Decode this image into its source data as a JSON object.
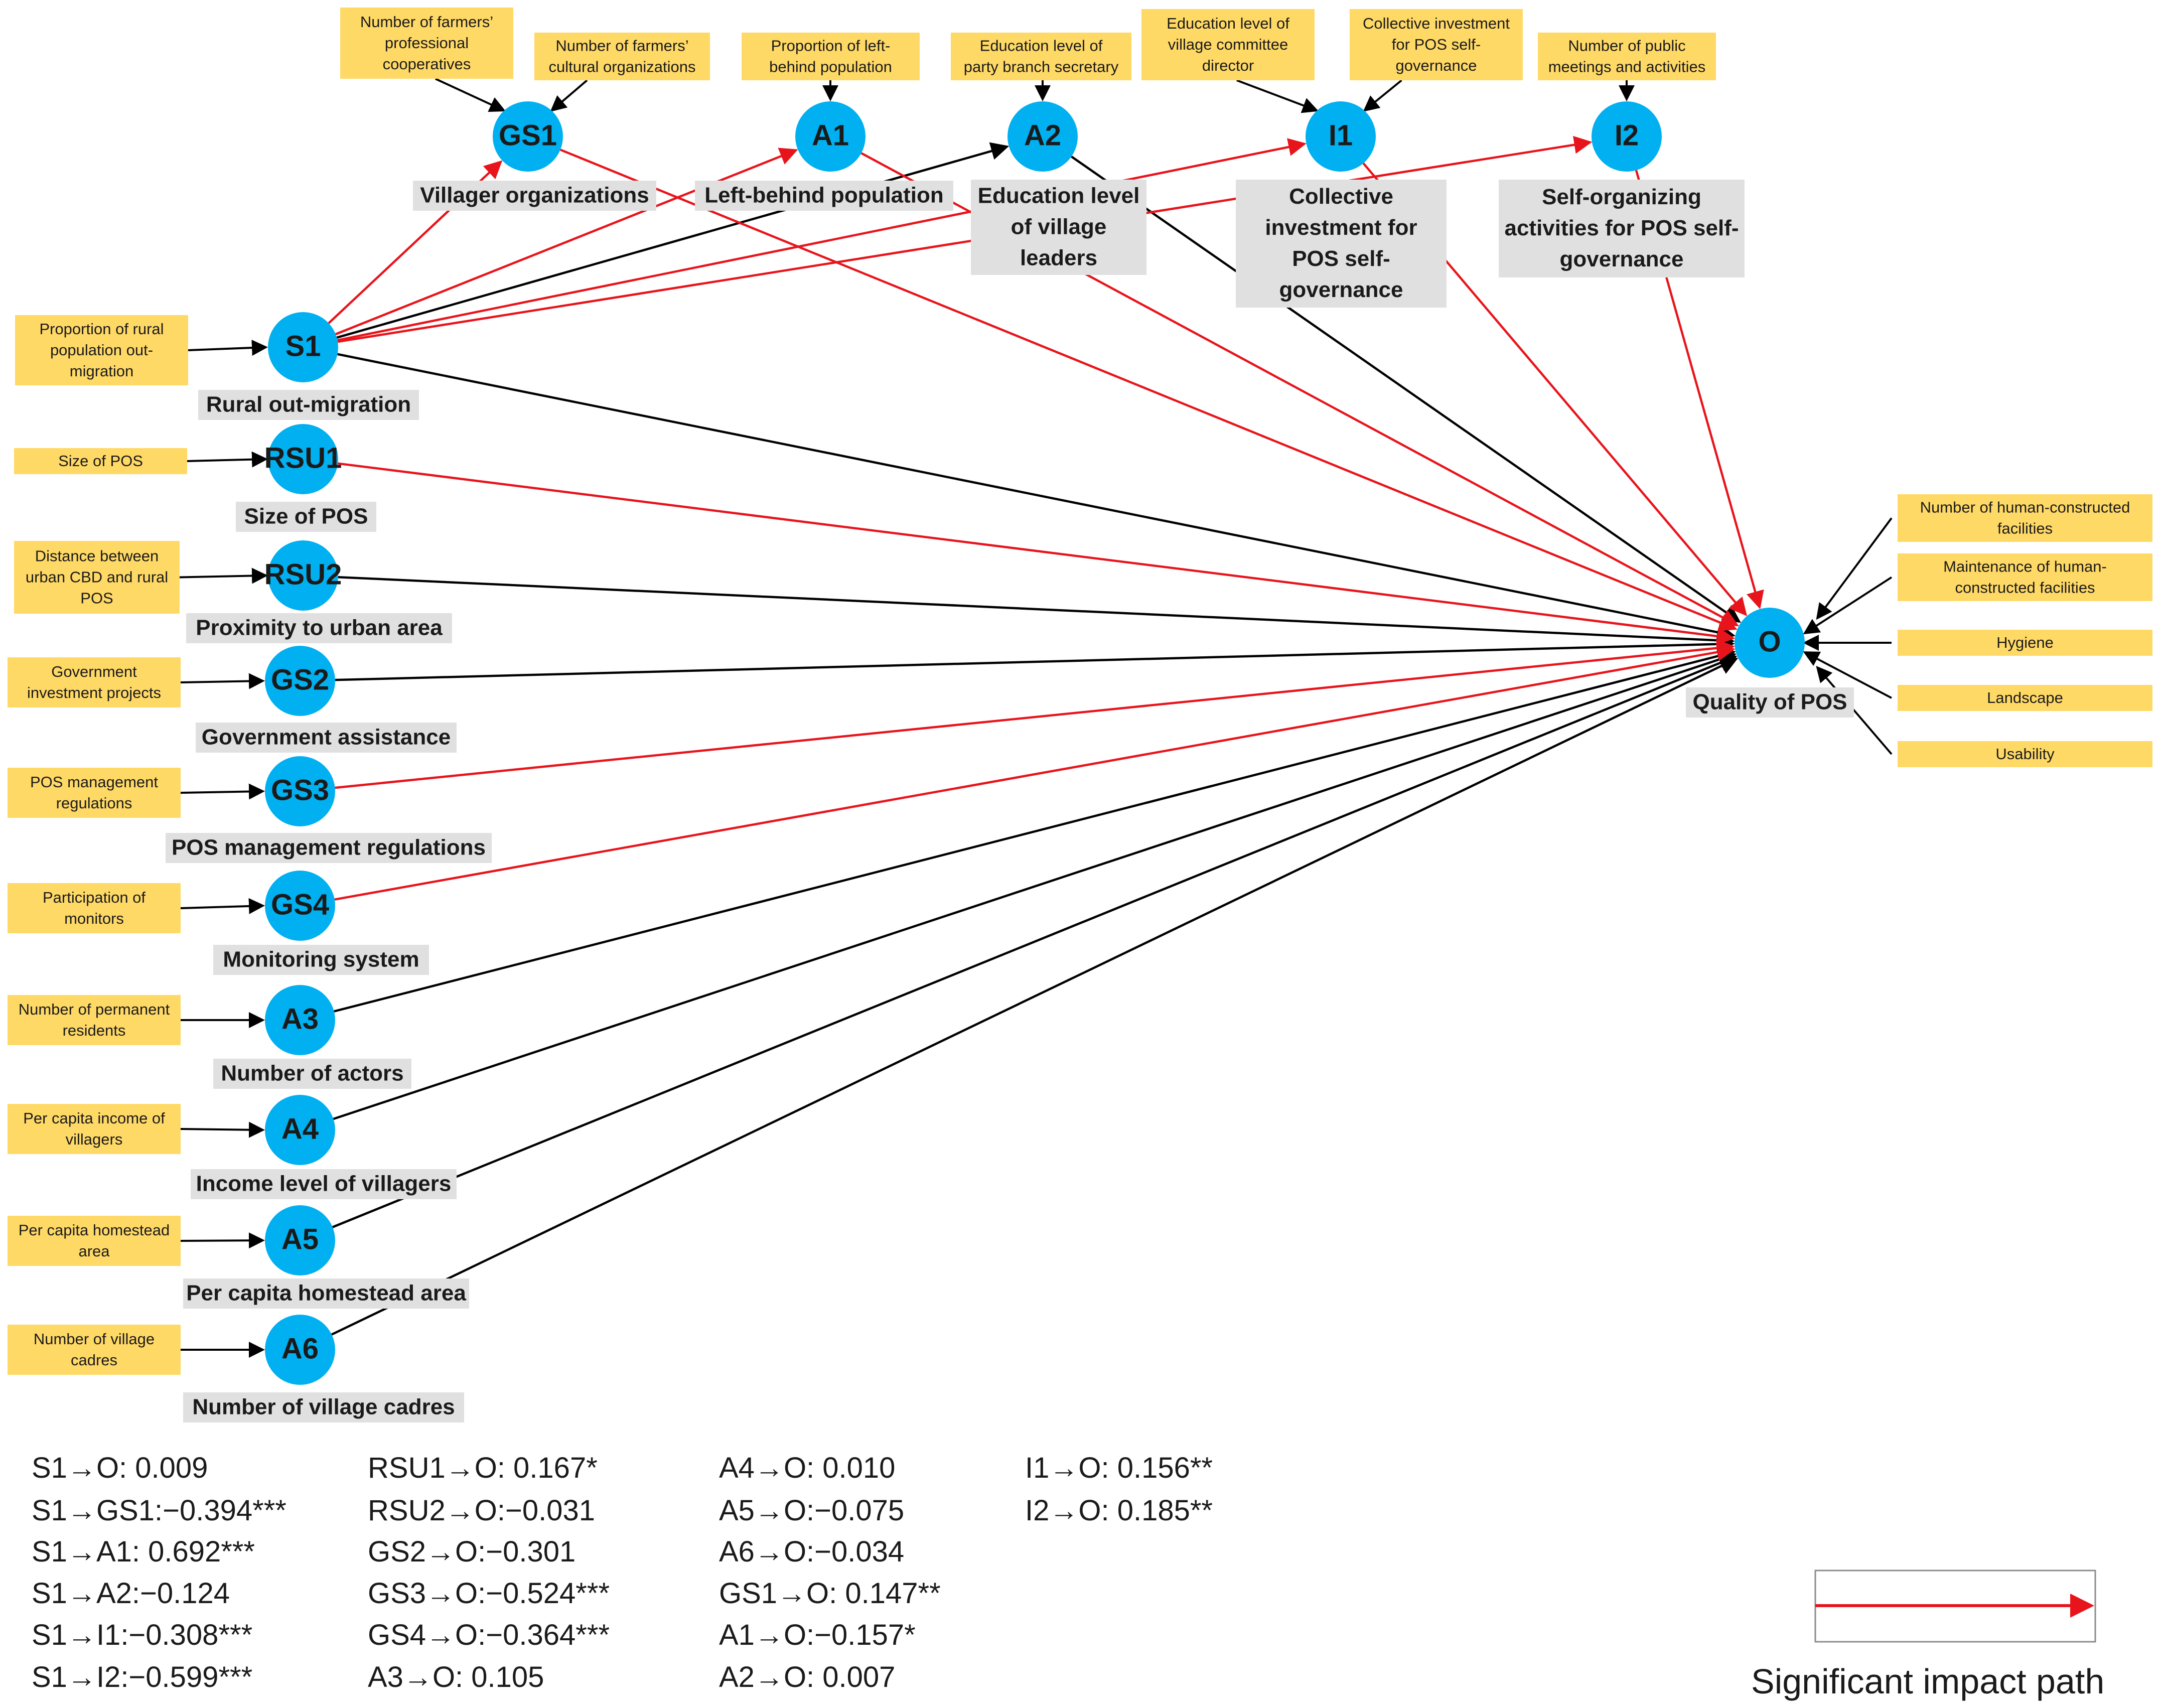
{
  "colors": {
    "node": "#00B0F0",
    "indicator_box": "#FFD966",
    "label_box": "#E0E0E0",
    "significant_path": "#E8141B",
    "path": "#000000"
  },
  "nodes": {
    "S1": {
      "id": "S1",
      "label": "Rural out-migration",
      "indicators": [
        "Proportion of rural population out-migration"
      ]
    },
    "RSU1": {
      "id": "RSU1",
      "label": "Size of POS",
      "indicators": [
        "Size of POS"
      ]
    },
    "RSU2": {
      "id": "RSU2",
      "label": "Proximity to urban area",
      "indicators": [
        "Distance between urban CBD and rural POS"
      ]
    },
    "GS2": {
      "id": "GS2",
      "label": "Government assistance",
      "indicators": [
        "Government investment projects"
      ]
    },
    "GS3": {
      "id": "GS3",
      "label": "POS management regulations",
      "indicators": [
        "POS management regulations"
      ]
    },
    "GS4": {
      "id": "GS4",
      "label": "Monitoring system",
      "indicators": [
        "Participation of monitors"
      ]
    },
    "A3": {
      "id": "A3",
      "label": "Number of actors",
      "indicators": [
        "Number of permanent residents"
      ]
    },
    "A4": {
      "id": "A4",
      "label": "Income level of villagers",
      "indicators": [
        "Per capita income of villagers"
      ]
    },
    "A5": {
      "id": "A5",
      "label": "Per capita homestead area",
      "indicators": [
        "Per capita homestead area"
      ]
    },
    "A6": {
      "id": "A6",
      "label": "Number of village cadres",
      "indicators": [
        "Number of village cadres"
      ]
    },
    "GS1": {
      "id": "GS1",
      "label": "Villager organizations",
      "indicators": [
        "Number of farmers’ professional cooperatives",
        "Number of farmers’ cultural organizations"
      ]
    },
    "A1": {
      "id": "A1",
      "label": "Left-behind population",
      "indicators": [
        "Proportion of left-behind population"
      ]
    },
    "A2": {
      "id": "A2",
      "label": "Education level of village leaders",
      "indicators": [
        "Education level of party branch secretary"
      ]
    },
    "I1": {
      "id": "I1",
      "label": "Collective investment for POS self-governance",
      "indicators": [
        "Education level of village committee director",
        "Collective investment for POS self-governance"
      ]
    },
    "I2": {
      "id": "I2",
      "label": "Self-organizing activities for POS self-governance",
      "indicators": [
        "Number of public meetings and activities"
      ]
    },
    "O": {
      "id": "O",
      "label": "Quality of POS",
      "indicators": [
        "Number of human-constructed facilities",
        "Maintenance of human-constructed facilities",
        "Hygiene",
        "Landscape",
        "Usability"
      ]
    }
  },
  "paths": [
    {
      "from": "S1",
      "to": "O",
      "significant": false
    },
    {
      "from": "S1",
      "to": "GS1",
      "significant": true
    },
    {
      "from": "S1",
      "to": "A1",
      "significant": true
    },
    {
      "from": "S1",
      "to": "A2",
      "significant": false
    },
    {
      "from": "S1",
      "to": "I1",
      "significant": true
    },
    {
      "from": "S1",
      "to": "I2",
      "significant": true
    },
    {
      "from": "RSU1",
      "to": "O",
      "significant": true
    },
    {
      "from": "RSU2",
      "to": "O",
      "significant": false
    },
    {
      "from": "GS2",
      "to": "O",
      "significant": false
    },
    {
      "from": "GS3",
      "to": "O",
      "significant": true
    },
    {
      "from": "GS4",
      "to": "O",
      "significant": true
    },
    {
      "from": "A3",
      "to": "O",
      "significant": false
    },
    {
      "from": "A4",
      "to": "O",
      "significant": false
    },
    {
      "from": "A5",
      "to": "O",
      "significant": false
    },
    {
      "from": "A6",
      "to": "O",
      "significant": false
    },
    {
      "from": "GS1",
      "to": "O",
      "significant": true
    },
    {
      "from": "A1",
      "to": "O",
      "significant": true
    },
    {
      "from": "A2",
      "to": "O",
      "significant": false
    },
    {
      "from": "I1",
      "to": "O",
      "significant": true
    },
    {
      "from": "I2",
      "to": "O",
      "significant": true
    }
  ],
  "coefficients": [
    [
      "S1→O: 0.009",
      "S1→GS1:−0.394***",
      "S1→A1: 0.692***",
      "S1→A2:−0.124",
      "S1→I1:−0.308***",
      "S1→I2:−0.599***"
    ],
    [
      "RSU1→O: 0.167*",
      "RSU2→O:−0.031",
      "GS2→O:−0.301",
      "GS3→O:−0.524***",
      "GS4→O:−0.364***",
      "A3→O: 0.105"
    ],
    [
      "A4→O: 0.010",
      "A5→O:−0.075",
      "A6→O:−0.034",
      "GS1→O: 0.147**",
      "A1→O:−0.157*",
      "A2→O: 0.007"
    ],
    [
      "I1→O: 0.156**",
      "I2→O: 0.185**"
    ]
  ],
  "legend": {
    "label": "Significant impact path"
  }
}
